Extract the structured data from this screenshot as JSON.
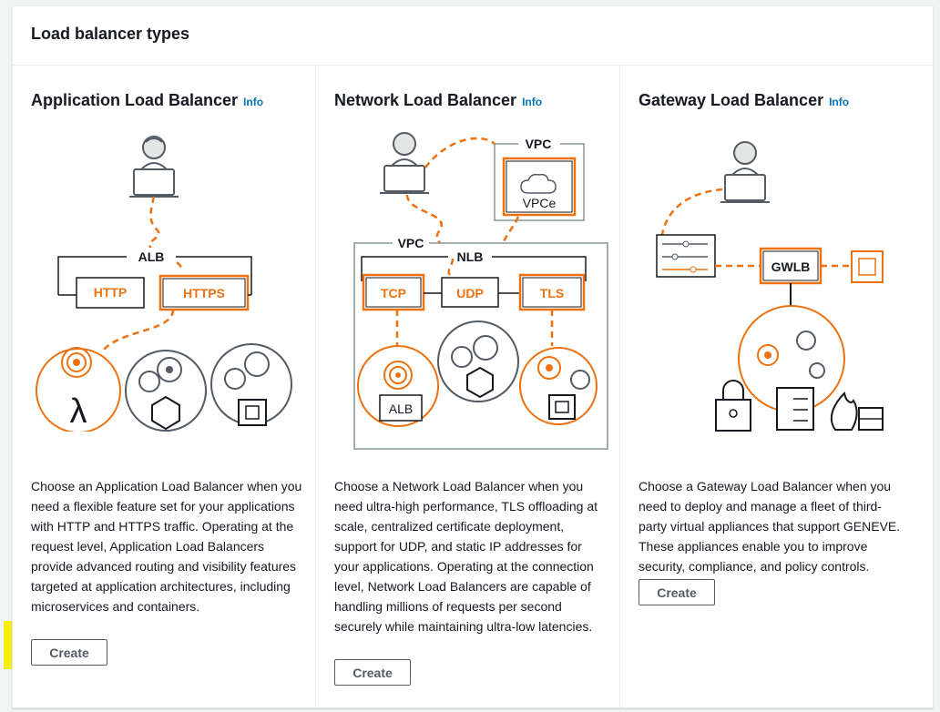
{
  "panel": {
    "title": "Load balancer types"
  },
  "cards": [
    {
      "title": "Application Load Balancer",
      "info_label": "Info",
      "description": "Choose an Application Load Balancer when you need a flexible feature set for your applications with HTTP and HTTPS traffic. Operating at the request level, Application Load Balancers provide advanced routing and visibility features targeted at application architectures, including microservices and containers.",
      "create_label": "Create",
      "diagram": {
        "alb": "ALB",
        "http": "HTTP",
        "https": "HTTPS"
      }
    },
    {
      "title": "Network Load Balancer",
      "info_label": "Info",
      "description": "Choose a Network Load Balancer when you need ultra-high performance, TLS offloading at scale, centralized certificate deployment, support for UDP, and static IP addresses for your applications. Operating at the connection level, Network Load Balancers are capable of handling millions of requests per second securely while maintaining ultra-low latencies.",
      "create_label": "Create",
      "diagram": {
        "vpc_top": "VPC",
        "vpce": "VPCe",
        "vpc": "VPC",
        "nlb": "NLB",
        "tcp": "TCP",
        "udp": "UDP",
        "tls": "TLS",
        "alb": "ALB"
      }
    },
    {
      "title": "Gateway Load Balancer",
      "info_label": "Info",
      "description": "Choose a Gateway Load Balancer when you need to deploy and manage a fleet of third-party virtual appliances that support GENEVE. These appliances enable you to improve security, compliance, and policy controls.",
      "create_label": "Create",
      "diagram": {
        "gwlb": "GWLB"
      }
    }
  ],
  "colors": {
    "accent": "#ec7211",
    "line": "#545b64",
    "link": "#0073bb",
    "highlight": "#f6ef00"
  }
}
